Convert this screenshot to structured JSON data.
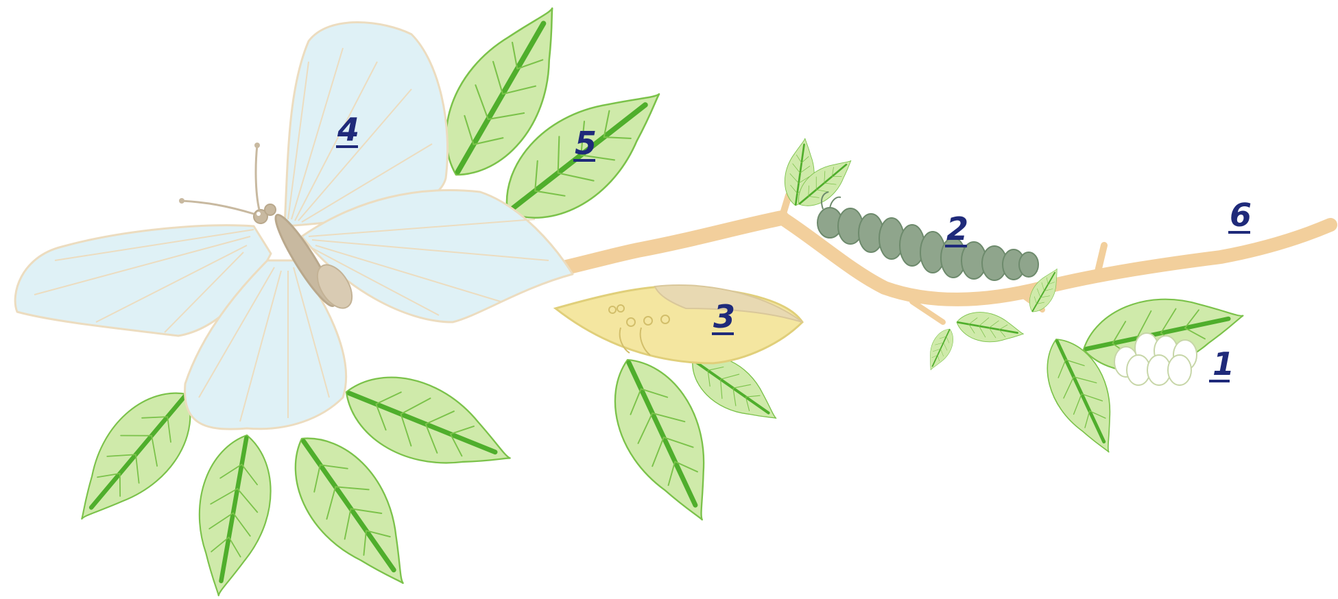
{
  "diagram": {
    "stage_labels": [
      {
        "id": "eggs",
        "text": "1"
      },
      {
        "id": "caterpillar",
        "text": "2"
      },
      {
        "id": "pupa",
        "text": "3"
      },
      {
        "id": "butterfly",
        "text": "4"
      },
      {
        "id": "leaf",
        "text": "5"
      },
      {
        "id": "branch",
        "text": "6"
      }
    ]
  },
  "colors": {
    "label": "#1f2a7a",
    "leaf_fill": "#cfeaaa",
    "leaf_stroke": "#7bc24a",
    "branch": "#f2cf9c",
    "wing": "#dff1f6",
    "caterpillar": "#8fa58c",
    "pupa": "#f4e6a0",
    "eggs": "#ffffff"
  }
}
